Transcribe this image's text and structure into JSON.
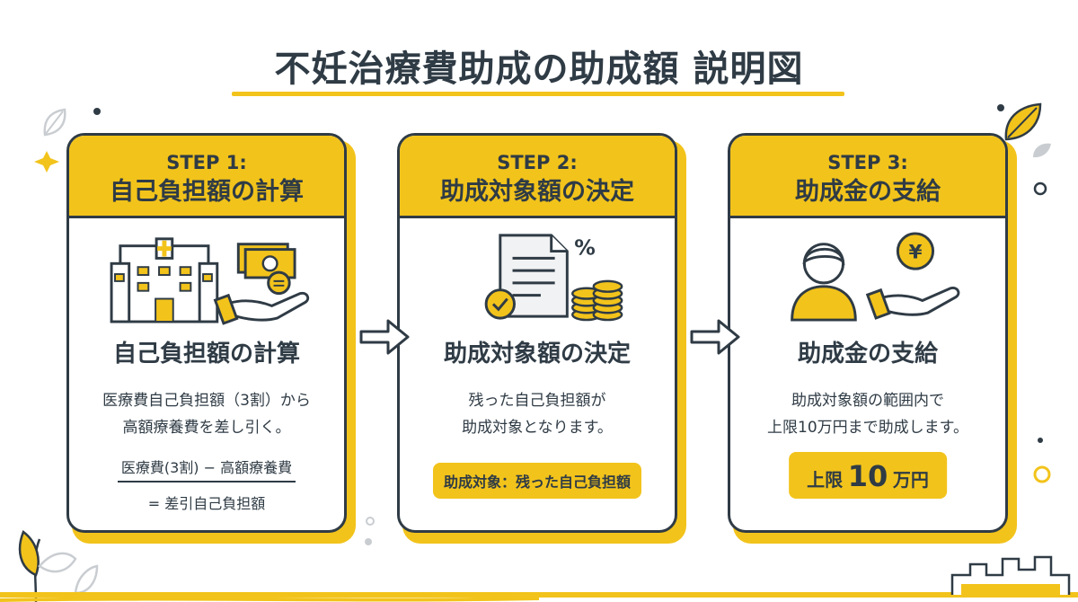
{
  "title": "不妊治療費助成の助成額 説明図",
  "colors": {
    "accent": "#f2c31b",
    "outline": "#2f3b45",
    "decor_gray": "#c9cdd1"
  },
  "steps": [
    {
      "label": "STEP 1:",
      "name": "自己負担額の計算",
      "icons": [
        "hospital-icon",
        "money-hand-icon"
      ],
      "heading": "自己負担額の計算",
      "desc_lines": [
        "医療費自己負担額（3割）から",
        "高額療養費を差し引く。"
      ],
      "formula_top": "医療費(3割) − 高額療養費",
      "formula_bottom": "= 差引自己負担額"
    },
    {
      "label": "STEP 2:",
      "name": "助成対象額の決定",
      "icons": [
        "document-percent-icon",
        "coins-check-icon"
      ],
      "heading": "助成対象額の決定",
      "desc_lines": [
        "残った自己負担額が",
        "助成対象となります。"
      ],
      "pill": "助成対象：残った自己負担額"
    },
    {
      "label": "STEP 3:",
      "name": "助成金の支給",
      "icons": [
        "person-icon",
        "yen-hand-icon"
      ],
      "heading": "助成金の支給",
      "desc_lines": [
        "助成対象額の範囲内で",
        "上限10万円まで助成します。"
      ],
      "limit_prefix": "上限",
      "limit_value": "10",
      "limit_suffix": "万円"
    }
  ]
}
